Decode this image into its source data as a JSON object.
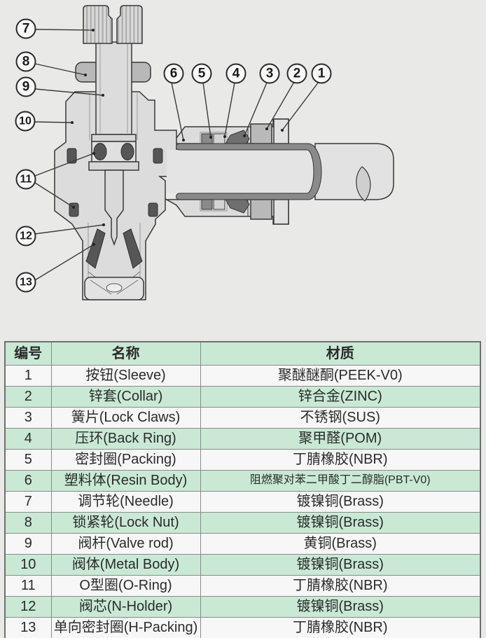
{
  "diagram": {
    "description": "Cross-section of a pneumatic speed-control fitting with numbered part callouts",
    "callouts": [
      {
        "number": "7"
      },
      {
        "number": "8"
      },
      {
        "number": "9"
      },
      {
        "number": "10"
      },
      {
        "number": "11"
      },
      {
        "number": "12"
      },
      {
        "number": "13"
      },
      {
        "number": "6"
      },
      {
        "number": "5"
      },
      {
        "number": "4"
      },
      {
        "number": "3"
      },
      {
        "number": "2"
      },
      {
        "number": "1"
      }
    ]
  },
  "table": {
    "headers": [
      "编号",
      "名称",
      "材质"
    ],
    "rows": [
      {
        "id": "1",
        "name": "按钮(Sleeve)",
        "material": "聚醚醚酮(PEEK-V0)"
      },
      {
        "id": "2",
        "name": "锌套(Collar)",
        "material": "锌合金(ZINC)"
      },
      {
        "id": "3",
        "name": "簧片(Lock Claws)",
        "material": "不锈钢(SUS)"
      },
      {
        "id": "4",
        "name": "压环(Back Ring)",
        "material": "聚甲醛(POM)"
      },
      {
        "id": "5",
        "name": "密封圈(Packing)",
        "material": "丁腈橡胶(NBR)"
      },
      {
        "id": "6",
        "name": "塑料体(Resin Body)",
        "material": "阻燃聚对苯二甲酸丁二醇脂(PBT-V0)"
      },
      {
        "id": "7",
        "name": "调节轮(Needle)",
        "material": "镀镍铜(Brass)"
      },
      {
        "id": "8",
        "name": "锁紧轮(Lock Nut)",
        "material": "镀镍铜(Brass)"
      },
      {
        "id": "9",
        "name": "阀杆(Valve rod)",
        "material": "黄铜(Brass)"
      },
      {
        "id": "10",
        "name": "阀体(Metal Body)",
        "material": "镀镍铜(Brass)"
      },
      {
        "id": "11",
        "name": "O型圈(O-Ring)",
        "material": "丁腈橡胶(NBR)"
      },
      {
        "id": "12",
        "name": "阀芯(N-Holder)",
        "material": "镀镍铜(Brass)"
      },
      {
        "id": "13",
        "name": "单向密封圈(H-Packing)",
        "material": "丁腈橡胶(NBR)"
      }
    ]
  },
  "colors": {
    "background": "#e9e9e7",
    "table_green": "#c9e9d5",
    "table_white": "#f7f7f7",
    "table_border": "#8a8a8a",
    "part_dark": "#565656",
    "part_light": "#dcdcdc",
    "outline": "#383838"
  }
}
